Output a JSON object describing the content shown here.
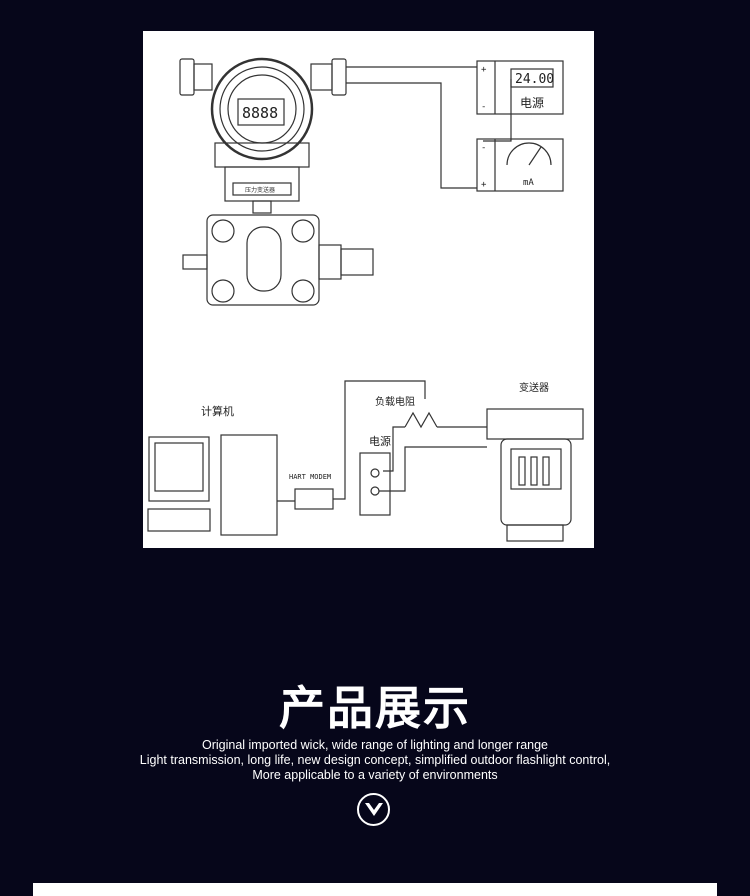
{
  "diagram": {
    "power_reading": "24.00",
    "power_label": "电源",
    "meter_unit": "mA",
    "plus_sign": "+",
    "minus_sign": "-",
    "transmitter_plate": "压力变送器",
    "computer_label": "计算机",
    "resistor_label": "负载电阻",
    "power_label_2": "电源",
    "transmitter_label": "变送器",
    "modem_label": "HART MODEM"
  },
  "section": {
    "title": "产品展示",
    "description": [
      "Original imported wick, wide range of lighting and longer range",
      "Light transmission, long life, new design concept, simplified outdoor flashlight control,",
      "More applicable to a variety of environments"
    ]
  },
  "icons": {
    "down": "chevron-down-circle-icon"
  },
  "colors": {
    "background": "#06061a",
    "panel": "#ffffff",
    "text": "#ffffff"
  }
}
